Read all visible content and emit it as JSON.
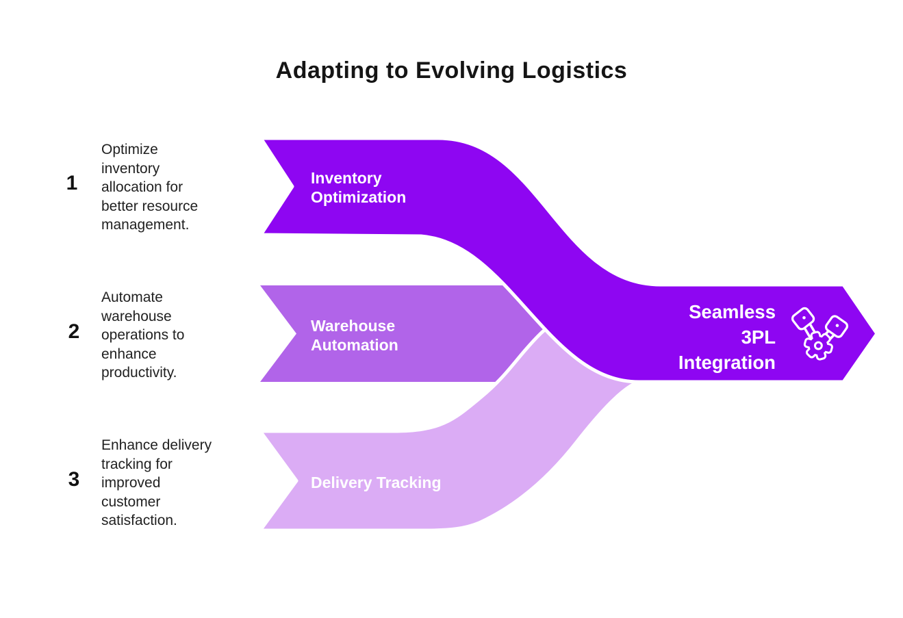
{
  "title": "Adapting to Evolving Logistics",
  "steps": [
    {
      "number": "1",
      "description": "Optimize\ninventory\nallocation for\nbetter resource\nmanagement."
    },
    {
      "number": "2",
      "description": "Automate\nwarehouse\noperations to\nenhance\nproductivity."
    },
    {
      "number": "3",
      "description": "Enhance delivery\ntracking for\nimproved\ncustomer\nsatisfaction."
    }
  ],
  "bands": [
    {
      "label": "Inventory\nOptimization",
      "color": "#8E06F2"
    },
    {
      "label": "Warehouse\nAutomation",
      "color": "#B164E9"
    },
    {
      "label": "Delivery Tracking",
      "color": "#DBACF5"
    }
  ],
  "result": {
    "label": "Seamless\n3PL\nIntegration",
    "icon": "pistons-gear-icon",
    "color": "#8E06F2"
  },
  "colors": {
    "band_dark": "#8E06F2",
    "band_medium": "#B164E9",
    "band_light": "#DBACF5",
    "label_text": "#ffffff",
    "body_text": "#212121",
    "title_text": "#151515",
    "gap_stroke": "#ffffff",
    "background": "#ffffff"
  }
}
